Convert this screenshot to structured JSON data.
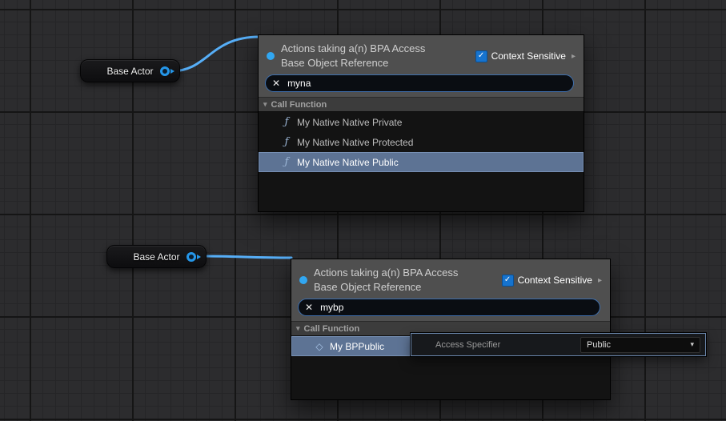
{
  "icons": {
    "check": "✓",
    "expand": "▸",
    "clear": "✕",
    "caret_down": "▾",
    "function": "ƒ",
    "diamond": "◇",
    "chevron_down": "▾"
  },
  "colors": {
    "wire_blue": "#56aef7",
    "pin_blue": "#2596e8",
    "checkbox_blue": "#1673ce",
    "selection_blue": "#5d7394",
    "search_border_blue": "#3e6fae"
  },
  "nodes": [
    {
      "label": "Base Actor"
    },
    {
      "label": "Base Actor"
    }
  ],
  "menus": [
    {
      "title_line1": "Actions taking a(n) BPA Access",
      "title_line2": "Base Object Reference",
      "context_sensitive_label": "Context Sensitive",
      "search_value": "myna",
      "category": "Call Function",
      "items": [
        {
          "label": "My Native Native Private",
          "selected": false
        },
        {
          "label": "My Native Native Protected",
          "selected": false
        },
        {
          "label": "My Native Native Public",
          "selected": true
        }
      ]
    },
    {
      "title_line1": "Actions taking a(n) BPA Access",
      "title_line2": "Base Object Reference",
      "context_sensitive_label": "Context Sensitive",
      "search_value": "mybp",
      "category": "Call Function",
      "items": [
        {
          "label": "My BPPublic",
          "selected": true
        }
      ],
      "tooltip": {
        "label": "Access Specifier",
        "value": "Public"
      }
    }
  ]
}
